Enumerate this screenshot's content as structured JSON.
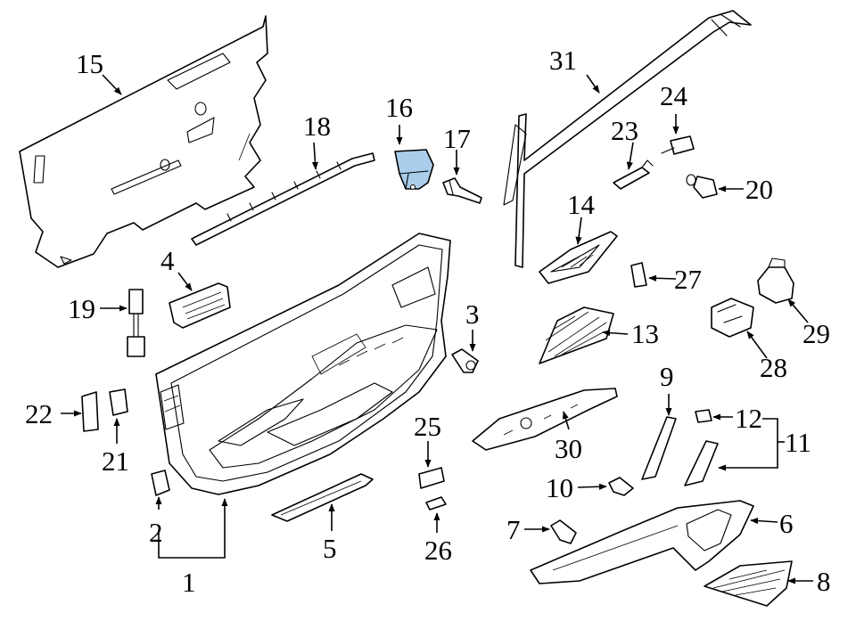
{
  "colors": {
    "line": "#000000",
    "background": "#ffffff",
    "highlight": "#a9cdea"
  },
  "highlighted_part": "16",
  "callouts": [
    "1",
    "2",
    "3",
    "4",
    "5",
    "6",
    "7",
    "8",
    "9",
    "10",
    "11",
    "12",
    "13",
    "14",
    "15",
    "16",
    "17",
    "18",
    "19",
    "20",
    "21",
    "22",
    "23",
    "24",
    "25",
    "26",
    "27",
    "28",
    "29",
    "30",
    "31"
  ]
}
